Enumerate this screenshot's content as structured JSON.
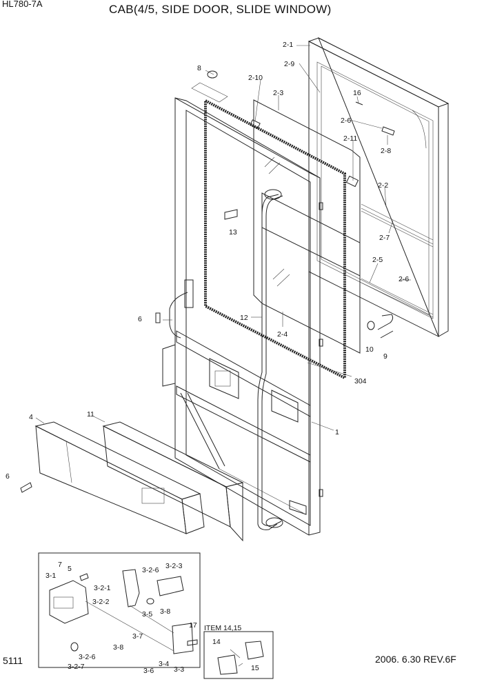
{
  "header": {
    "model": "HL780-7A",
    "title": "CAB(4/5, SIDE DOOR, SLIDE WINDOW)"
  },
  "footer": {
    "page_number": "5111",
    "date_rev": "2006. 6.30  REV.6F"
  },
  "inset_caption": "ITEM 14,15",
  "callouts": [
    "2-1",
    "2-9",
    "8",
    "2-10",
    "2-3",
    "16",
    "2-6",
    "2-8",
    "2-11",
    "2-2",
    "13",
    "2-7",
    "2-5",
    "2-6",
    "6",
    "12",
    "2-4",
    "10",
    "9",
    "304",
    "4",
    "11",
    "1",
    "6",
    "7",
    "5",
    "3-1",
    "3-2-1",
    "3-2-6",
    "3-2-3",
    "3-2-2",
    "3-8",
    "3-5",
    "3-7",
    "3-8",
    "17",
    "3-2-6",
    "3-2-7",
    "3-6",
    "3-4",
    "3-3",
    "14",
    "15"
  ]
}
